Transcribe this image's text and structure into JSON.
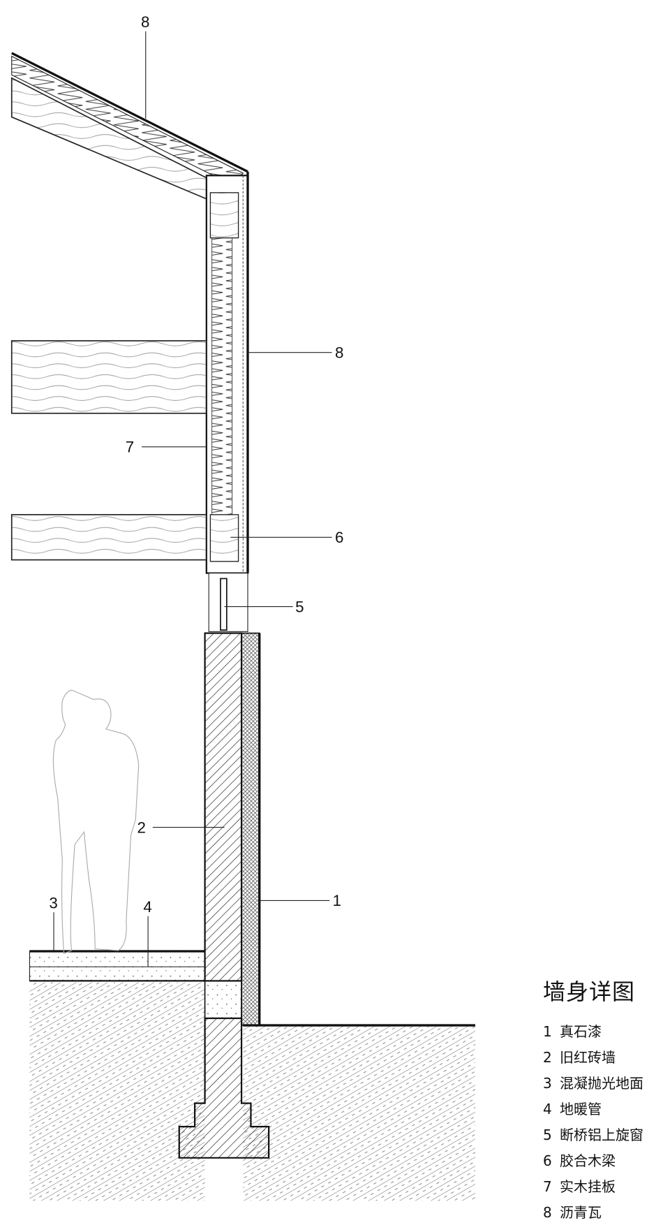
{
  "callouts": {
    "roof_top": "8",
    "wall_8": "8",
    "wall_7": "7",
    "beam_6": "6",
    "window_5": "5",
    "brick_2": "2",
    "finish_1": "1",
    "floor_3": "3",
    "heating_4": "4"
  },
  "legend": {
    "title": "墙身详图",
    "items": [
      {
        "num": "1",
        "label": "真石漆"
      },
      {
        "num": "2",
        "label": "旧红砖墙"
      },
      {
        "num": "3",
        "label": "混凝抛光地面"
      },
      {
        "num": "4",
        "label": "地暖管"
      },
      {
        "num": "5",
        "label": "断桥铝上旋窗"
      },
      {
        "num": "6",
        "label": "胶合木梁"
      },
      {
        "num": "7",
        "label": "实木挂板"
      },
      {
        "num": "8",
        "label": "沥青瓦"
      }
    ]
  }
}
